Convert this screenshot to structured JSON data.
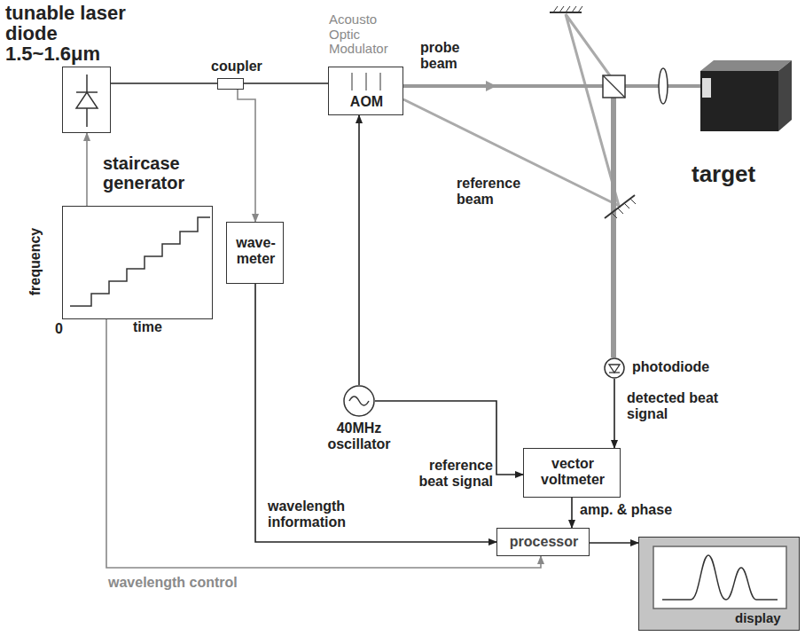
{
  "diagram": {
    "nodes": [
      {
        "text": [
          "tunable laser diode 1.5~1.6μm"
        ]
      },
      {
        "text": [
          "coupler"
        ]
      },
      {
        "text": [
          "Acousto Optic Modulator",
          "AOM"
        ]
      },
      {
        "text": [
          "target"
        ]
      },
      {
        "text": [
          "staircase generator"
        ]
      },
      {
        "text": [
          "wave- meter"
        ]
      },
      {
        "text": [
          "40MHz oscillator"
        ]
      },
      {
        "text": [
          "photodiode"
        ]
      },
      {
        "text": [
          "vector voltmeter"
        ]
      },
      {
        "text": [
          "processor"
        ]
      },
      {
        "text": [
          "display"
        ]
      }
    ],
    "edges": [
      {
        "from": 0,
        "to": 1,
        "arrow": "none"
      },
      {
        "from": 1,
        "to": 2,
        "arrow": "none"
      },
      {
        "from": 1,
        "to": 5,
        "arrow": "to"
      },
      {
        "from": 4,
        "to": 0,
        "arrow": "to"
      },
      {
        "from": 6,
        "to": 2,
        "arrow": "to"
      },
      {
        "from": 6,
        "to": 8,
        "label": "reference beat signal",
        "arrow": "to"
      },
      {
        "from": 7,
        "to": 8,
        "label": "detected beat signal",
        "arrow": "to"
      },
      {
        "from": 8,
        "to": 9,
        "label": "amp. & phase",
        "arrow": "to"
      },
      {
        "from": 5,
        "to": 9,
        "label": "wavelength information",
        "arrow": "to"
      },
      {
        "from": 4,
        "to": 9,
        "label": "wavelength control",
        "arrow": "to"
      },
      {
        "from": 9,
        "to": 10,
        "arrow": "to"
      }
    ],
    "labels": [
      "probe beam",
      "reference beam",
      "frequency",
      "0",
      "time"
    ]
  }
}
